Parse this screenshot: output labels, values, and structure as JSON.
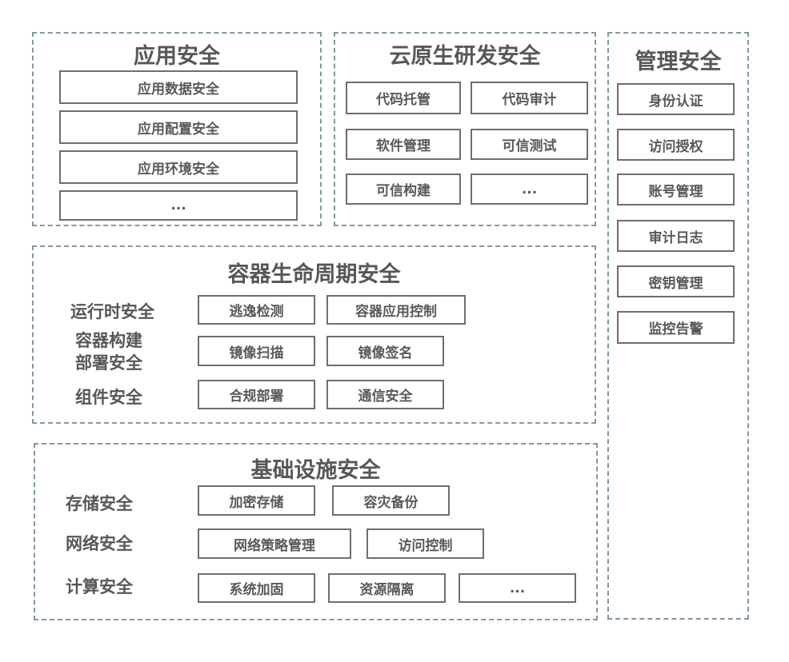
{
  "app_security": {
    "title": "应用安全",
    "items": [
      "应用数据安全",
      "应用配置安全",
      "应用环境安全",
      "..."
    ]
  },
  "cloud_native_dev": {
    "title": "云原生研发安全",
    "items": [
      "代码托管",
      "代码审计",
      "软件管理",
      "可信测试",
      "可信构建",
      "..."
    ]
  },
  "management": {
    "title": "管理安全",
    "items": [
      "身份认证",
      "访问授权",
      "账号管理",
      "审计日志",
      "密钥管理",
      "监控告警"
    ]
  },
  "container_lifecycle": {
    "title": "容器生命周期安全",
    "rows": [
      {
        "label": "运行时安全",
        "items": [
          "逃逸检测",
          "容器应用控制"
        ]
      },
      {
        "label_line1": "容器构建",
        "label_line2": "部署安全",
        "items": [
          "镜像扫描",
          "镜像签名"
        ]
      },
      {
        "label": "组件安全",
        "items": [
          "合规部署",
          "通信安全"
        ]
      }
    ]
  },
  "infrastructure": {
    "title": "基础设施安全",
    "rows": [
      {
        "label": "存储安全",
        "items": [
          "加密存储",
          "容灾备份"
        ]
      },
      {
        "label": "网络安全",
        "items": [
          "网络策略管理",
          "访问控制"
        ]
      },
      {
        "label": "计算安全",
        "items": [
          "系统加固",
          "资源隔离",
          "..."
        ]
      }
    ]
  },
  "colors": {
    "dashed_border": "#7f9a9a",
    "box_border": "#6e6e6e",
    "text": "#595959"
  }
}
